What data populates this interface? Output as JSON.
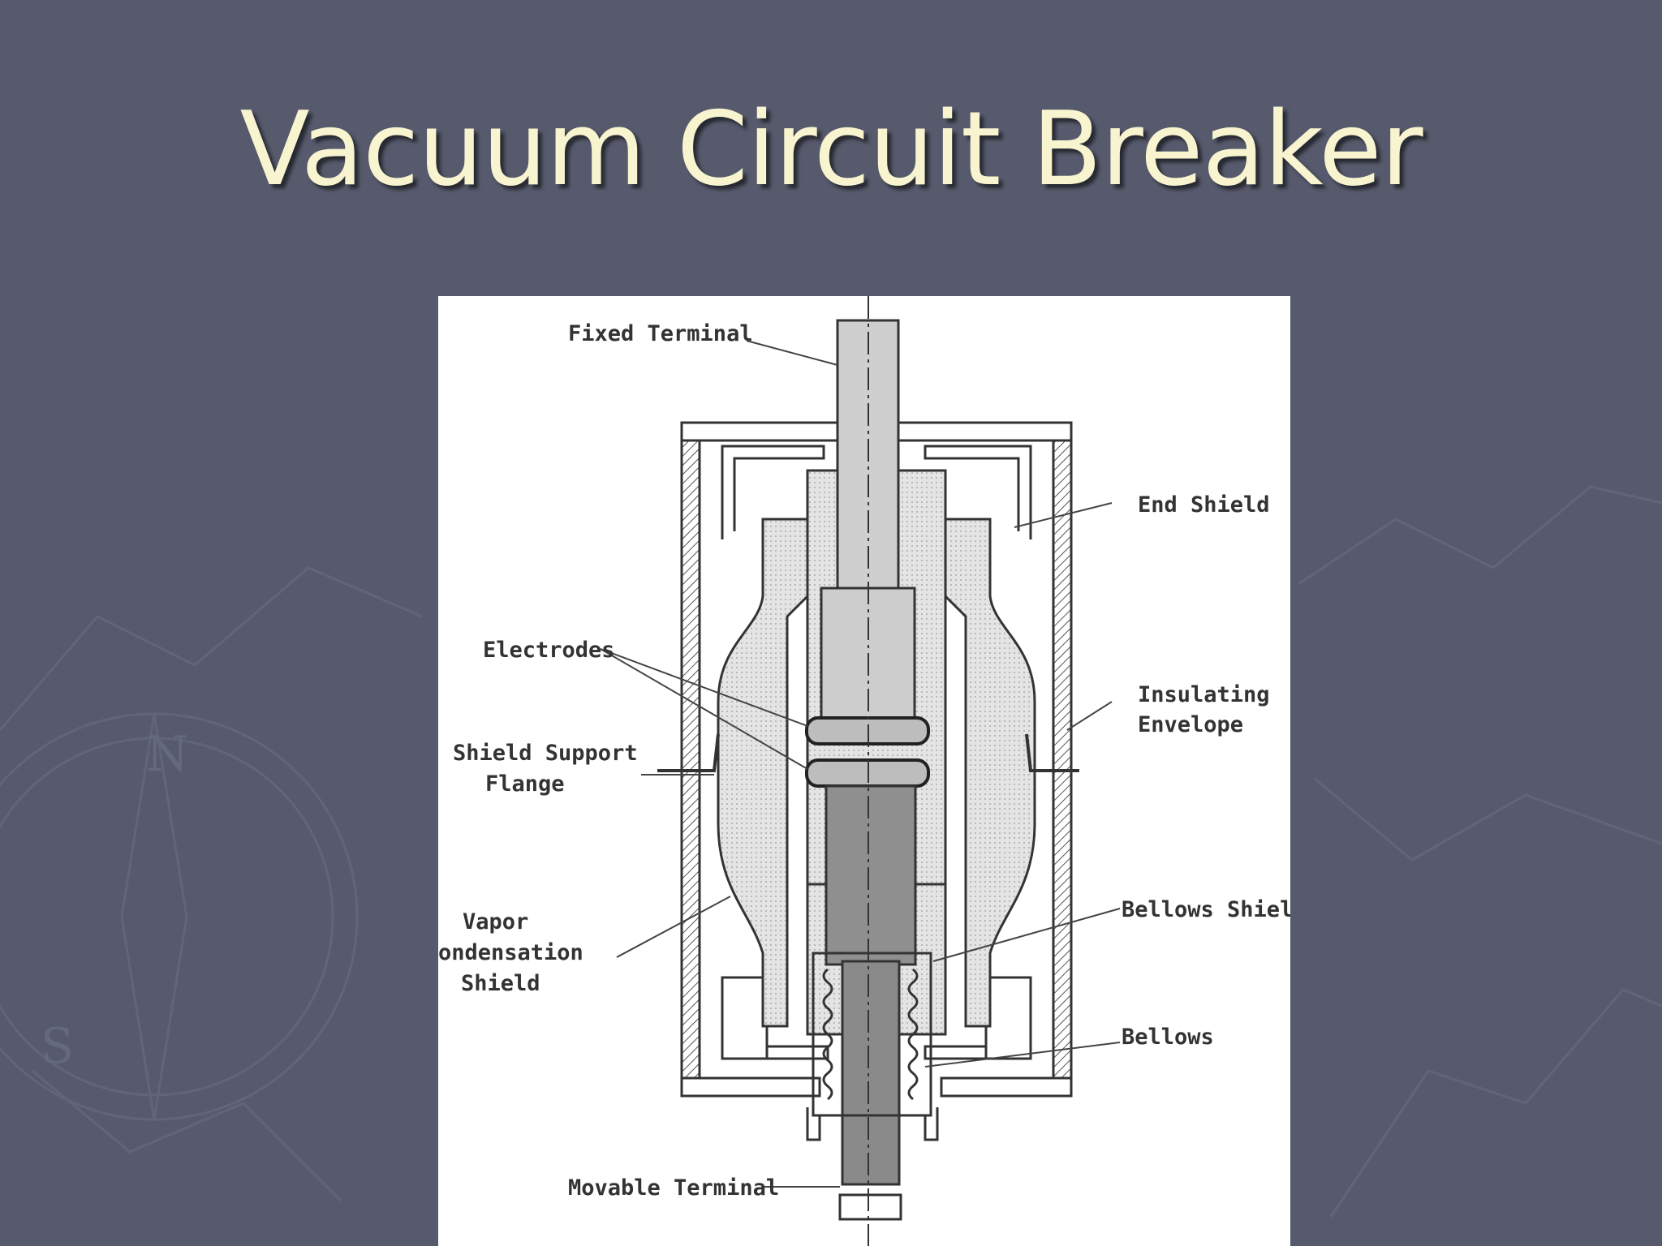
{
  "slide": {
    "title": "Vacuum Circuit Breaker",
    "background_color": "#565a6c",
    "title_color": "#f7f4cf"
  },
  "diagram": {
    "labels": {
      "fixed_terminal": "Fixed Terminal",
      "end_shield": "End Shield",
      "electrodes": "Electrodes",
      "insulating_envelope_1": "Insulating",
      "insulating_envelope_2": "Envelope",
      "shield_support_flange_1": "Shield Support",
      "shield_support_flange_2": "Flange",
      "vapor_condensation_shield_1": "Vapor",
      "vapor_condensation_shield_2": "ondensation",
      "vapor_condensation_shield_3": "Shield",
      "bellows_shield": "Bellows Shield",
      "bellows": "Bellows",
      "movable_terminal": "Movable Terminal"
    }
  }
}
